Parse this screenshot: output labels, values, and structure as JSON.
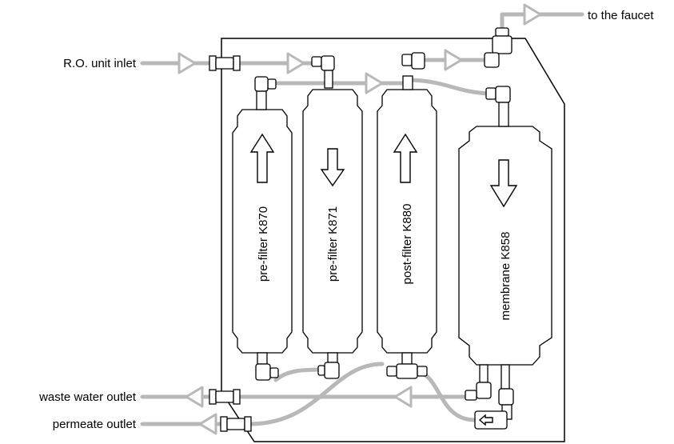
{
  "labels": {
    "inlet": "R.O. unit inlet",
    "faucet": "to the faucet",
    "waste": "waste water outlet",
    "permeate": "permeate outlet"
  },
  "cartridges": [
    {
      "label": "pre-filter  K870",
      "flow": "up"
    },
    {
      "label": "pre-filter  K871",
      "flow": "down"
    },
    {
      "label": "post-filter K880",
      "flow": "up"
    },
    {
      "label": "membrane  K858",
      "flow": "down"
    }
  ],
  "colors": {
    "pipe": "#b8b8b8",
    "outline": "#000000",
    "background": "#ffffff"
  }
}
